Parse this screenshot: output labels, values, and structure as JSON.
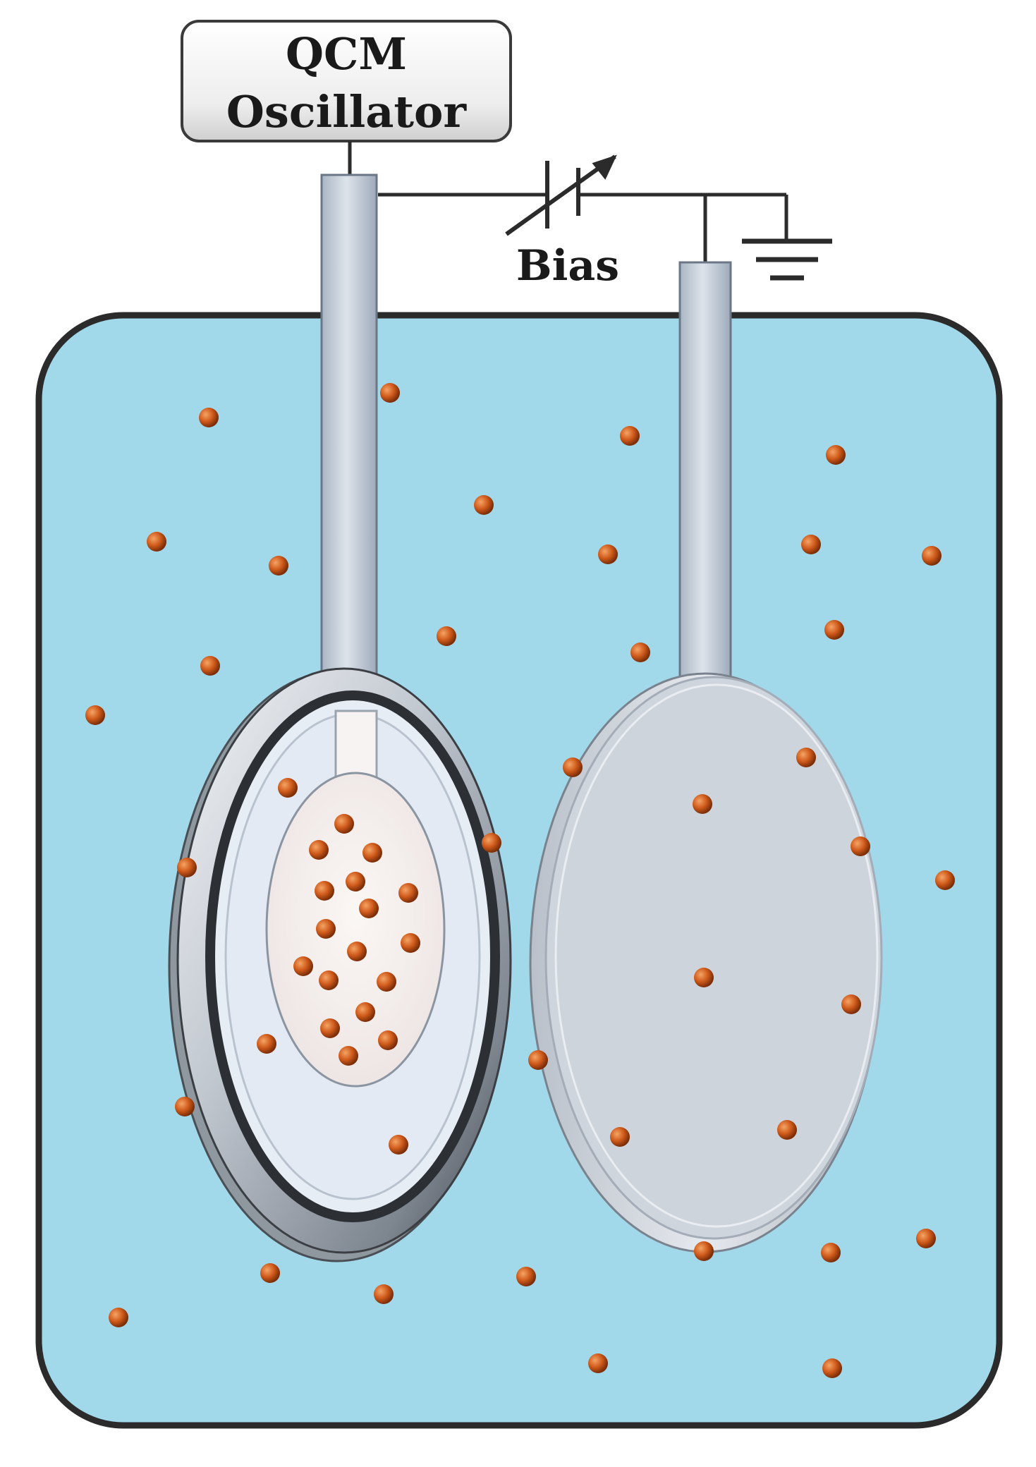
{
  "oscillator": {
    "line1": "QCM",
    "line2": "Oscillator"
  },
  "bias_label": "Bias",
  "colors": {
    "liquid": "#a1d8ea",
    "liquid_border": "#2b2b2b",
    "electrode_rod": "#c9d2de",
    "particle": "#c8561a",
    "box_border": "#3a3a3a"
  },
  "icons": {
    "ground": "ground-symbol-icon",
    "variable_capacitor": "variable-capacitor-icon"
  }
}
